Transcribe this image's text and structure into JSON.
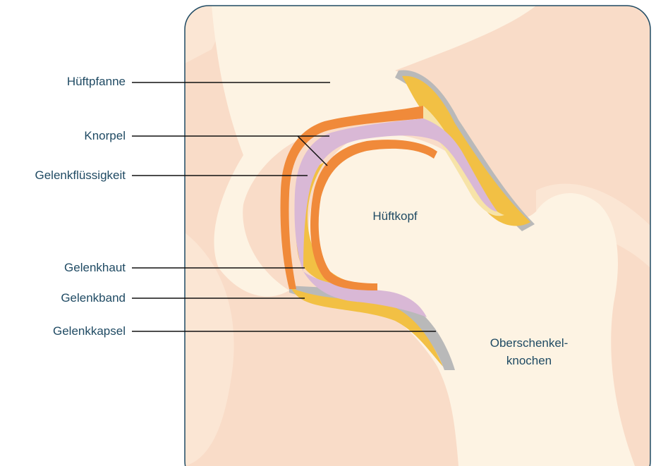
{
  "labels": {
    "hueftpfanne": "Hüftpfanne",
    "knorpel": "Knorpel",
    "gelenkfluessigkeit": "Gelenkflüssigkeit",
    "gelenkhaut": "Gelenkhaut",
    "gelenkband": "Gelenkband",
    "gelenkkapsel": "Gelenkkapsel",
    "hueftkopf": "Hüftkopf",
    "oberschenkel_line1": "Oberschenkel-",
    "oberschenkel_line2": "knochen"
  },
  "colors": {
    "frame": "#1f4a63",
    "background_skin": "#f9dcc8",
    "bone": "#fdf3e3",
    "cartilage": "#f08a3a",
    "synovial_fluid": "#d9b8d6",
    "synovial_membrane": "#f7e3a8",
    "joint_capsule": "#f2c044",
    "ligament": "#b9b9b9",
    "leader_line": "#111111",
    "label_text": "#1f4a63"
  }
}
